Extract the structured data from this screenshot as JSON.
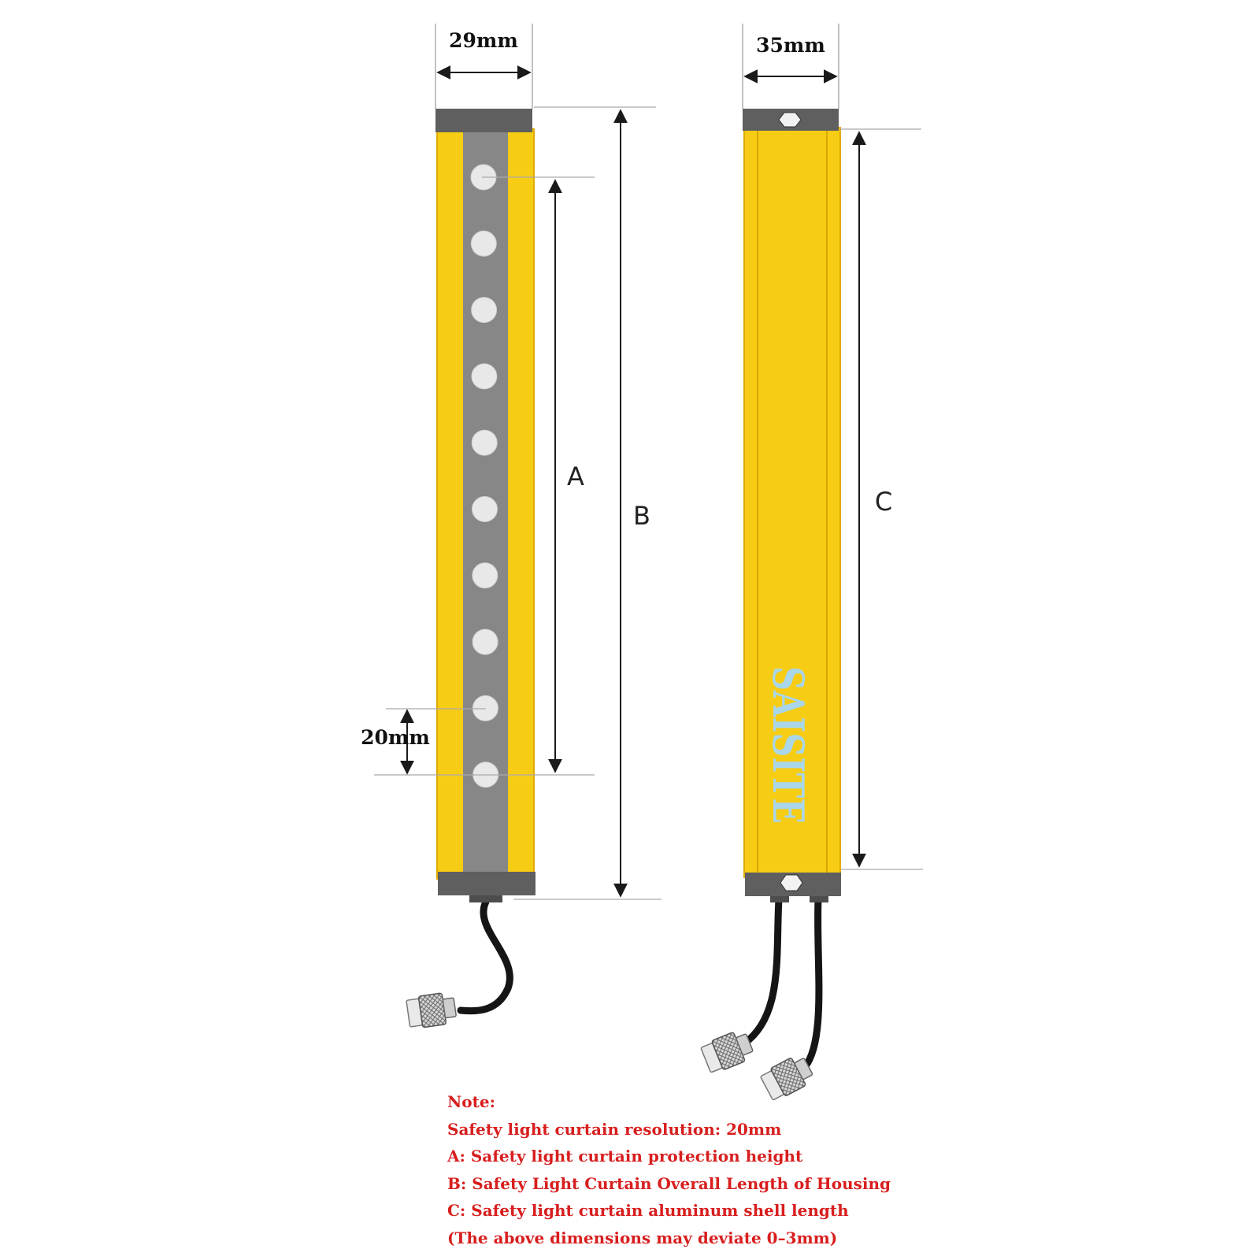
{
  "labels": {
    "width_left": "29mm",
    "width_right": "35mm",
    "pitch": "20mm",
    "dim_a": "A",
    "dim_b": "B",
    "dim_c": "C",
    "brand": "SAISITE"
  },
  "colors": {
    "housing_yellow": "#f7cc14",
    "housing_edge": "#e0aa00",
    "end_cap": "#5f5f5f",
    "lens_strip": "#878787",
    "lens": "#e8e8e8",
    "brand_text": "#a9d6e8",
    "note_text": "#d81e1e"
  },
  "note": {
    "heading": "Note:",
    "lines": [
      "Safety light curtain resolution: 20mm",
      "A: Safety light curtain protection height",
      "B: Safety Light Curtain Overall Length of Housing",
      "C: Safety light curtain aluminum shell length",
      "(The above dimensions may deviate 0–3mm)"
    ]
  }
}
